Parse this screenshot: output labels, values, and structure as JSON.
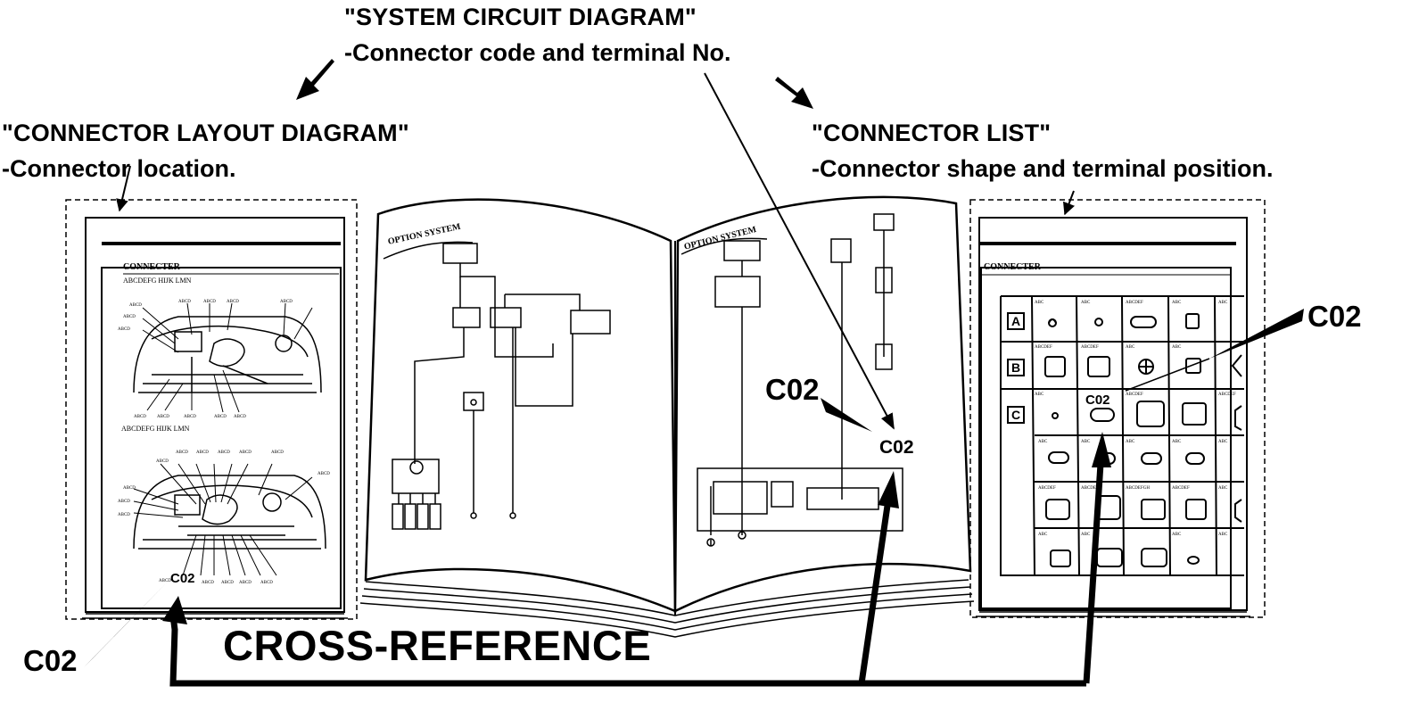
{
  "headings": {
    "system_circuit": {
      "title": "\"SYSTEM CIRCUIT DIAGRAM\"",
      "desc": "-Connector code and terminal No."
    },
    "connector_layout": {
      "title": "\"CONNECTOR  LAYOUT DIAGRAM\"",
      "desc": "-Connector location."
    },
    "connector_list": {
      "title": "\"CONNECTOR LIST\"",
      "desc": "-Connector shape and terminal position."
    }
  },
  "cross_reference": "CROSS-REFERENCE",
  "connector_code": "C02",
  "pages": {
    "layout_page": {
      "header": "CONNECTER",
      "sub1": "ABCDEFG HIJK LMN",
      "sub2": "ABCDEFG HIJK LMN"
    },
    "book_left": {
      "header": "OPTION SYSTEM"
    },
    "book_right": {
      "header": "OPTION SYSTEM"
    },
    "list_page": {
      "header": "CONNECTER",
      "rows": [
        "A",
        "B",
        "C"
      ]
    }
  }
}
